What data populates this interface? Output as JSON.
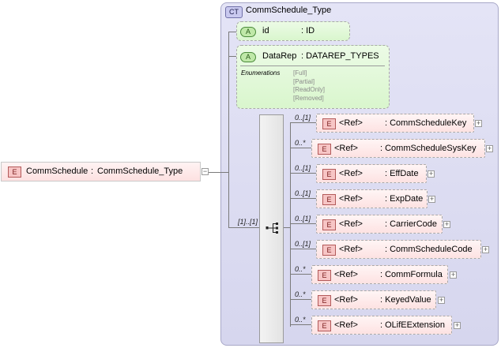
{
  "complex_type": {
    "badge": "CT",
    "name": "CommSchedule_Type"
  },
  "root": {
    "badge": "E",
    "name": "CommSchedule",
    "type_separator": ":",
    "type": "CommSchedule_Type",
    "collapse": "−"
  },
  "attributes": [
    {
      "badge": "A",
      "name": "id",
      "type": ": ID"
    },
    {
      "badge": "A",
      "name": "DataRep",
      "type": ": DATAREP_TYPES",
      "enumerations_label": "Enumerations",
      "enumerations": [
        "[Full]",
        "[Partial]",
        "[ReadOnly]",
        "[Removed]"
      ]
    }
  ],
  "sequence": {
    "cardinality": "[1]..[1]"
  },
  "elements": [
    {
      "cardinality": "0..[1]",
      "badge": "E",
      "tag": "<Ref>",
      "name": ": CommScheduleKey",
      "expand": "+"
    },
    {
      "cardinality": "0..*",
      "badge": "E",
      "tag": "<Ref>",
      "name": ": CommScheduleSysKey",
      "expand": "+"
    },
    {
      "cardinality": "0..[1]",
      "badge": "E",
      "tag": "<Ref>",
      "name": ": EffDate",
      "expand": "+"
    },
    {
      "cardinality": "0..[1]",
      "badge": "E",
      "tag": "<Ref>",
      "name": ": ExpDate",
      "expand": "+"
    },
    {
      "cardinality": "0..[1]",
      "badge": "E",
      "tag": "<Ref>",
      "name": ": CarrierCode",
      "expand": "+"
    },
    {
      "cardinality": "0..[1]",
      "badge": "E",
      "tag": "<Ref>",
      "name": ": CommScheduleCode",
      "expand": "+"
    },
    {
      "cardinality": "0..*",
      "badge": "E",
      "tag": "<Ref>",
      "name": ": CommFormula",
      "expand": "+"
    },
    {
      "cardinality": "0..*",
      "badge": "E",
      "tag": "<Ref>",
      "name": ": KeyedValue",
      "expand": "+"
    },
    {
      "cardinality": "0..*",
      "badge": "E",
      "tag": "<Ref>",
      "name": ": OLifEExtension",
      "expand": "+"
    }
  ]
}
